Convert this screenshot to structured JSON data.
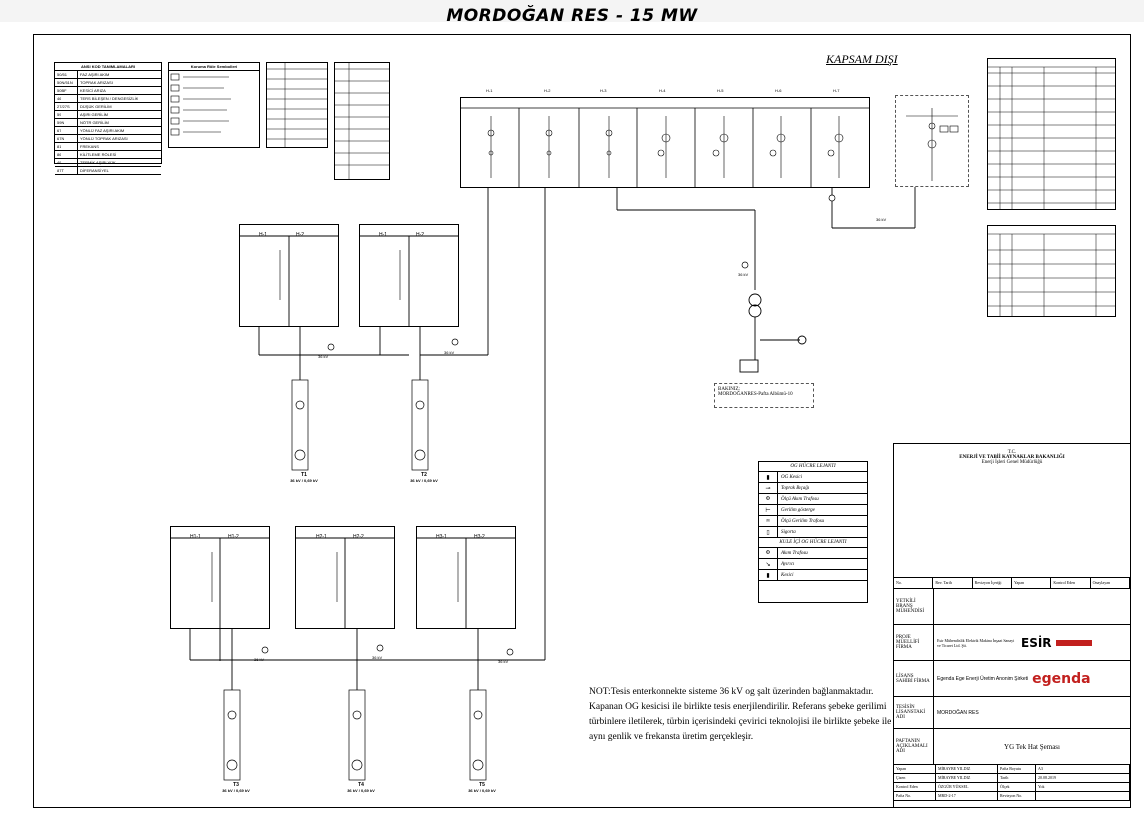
{
  "title": "MORDOĞAN RES - 15 MW",
  "kapsam_disi": "KAPSAM DIŞI",
  "cable_label": "36 kV",
  "abbr_table": {
    "title": "ANSI KOD TANIMLAMALARI",
    "rows": [
      [
        "50/51",
        "FAZ AŞIRI AKIM"
      ],
      [
        "50N/51N",
        "TOPRAK ARIZASI"
      ],
      [
        "50BF",
        "KESİCİ ARIZA"
      ],
      [
        "46",
        "TERS BİLEŞEN / DENGESİZLİK"
      ],
      [
        "27/27S",
        "DÜŞÜK GERİLİM"
      ],
      [
        "59",
        "AŞIRI GERİLİM"
      ],
      [
        "59N",
        "NÖTR GERİLİM"
      ],
      [
        "67",
        "YÖNLÜ FAZ AŞIRI AKIM"
      ],
      [
        "67N",
        "YÖNLÜ TOPRAK ARIZASI"
      ],
      [
        "81",
        "FREKANS"
      ],
      [
        "86",
        "KİLİTLEME RÖLESİ"
      ],
      [
        "49",
        "TERMİK AŞIRI YÜK"
      ],
      [
        "87T",
        "DİFERANSİYEL"
      ]
    ]
  },
  "sym_table": {
    "title": "Koruma Röle Sembolleri"
  },
  "panels": {
    "h_labels": [
      "H-1",
      "H-2",
      "H-3",
      "H-4",
      "H-5",
      "H-6",
      "H-7"
    ],
    "ht_labels": [
      "H-1",
      "H-2",
      "H-1",
      "H-2",
      "H1-1",
      "H1-2",
      "H2-1",
      "H2-2",
      "H3-1",
      "H3-2"
    ]
  },
  "transformers": [
    "T1",
    "T2",
    "T3",
    "T4",
    "T5"
  ],
  "transformer_rating": "36 kV / 0,69 kV",
  "legend": {
    "og_title": "OG HÜCRE LEJANTI",
    "og_items": [
      "OG Kesici",
      "Toprak Bıçağı",
      "Ölçü Akım Trafosu",
      "Gerilim gösterge",
      "Ölçü Gerilim Trafosu",
      "Sigorta"
    ],
    "kule_title": "KULE İÇİ OG HÜCRE LEJANTI",
    "kule_items": [
      "Akım Trafosu",
      "Ayırıcı",
      "Kesici"
    ]
  },
  "reference": {
    "label": "BAKINIZ:",
    "value": "MORDOĞANRES-Pafta Albümü-10"
  },
  "note": "NOT:Tesis enterkonnekte sisteme 36 kV og şalt üzerinden bağlanmaktadır. Kapanan OG kesicisi ile birlikte tesis enerjilendirilir. Referans şebeke gerilimi türbinlere iletilerek, türbin içerisindeki çevirici teknolojisi ile birlikte şebeke ile aynı genlik ve frekansta üretim gerçekleşir.",
  "title_block": {
    "country": "T.C.",
    "ministry": "ENERJİ VE TABİİ KAYNAKLAR BAKANLIĞI",
    "department": "Enerji İşleri Genel Müdürlüğü",
    "rev_headers": [
      "No.",
      "Rev. Tarih",
      "Revizyon İçeriği",
      "Yapan",
      "Kontrol Eden",
      "Onaylayan"
    ],
    "yetkili_label": "YETKİLİ BRANŞ MÜHENDİSİ",
    "proje_label": "PROJE MÜELLİFİ FİRMA",
    "esir_company": "Esir Mühendislik Elektrik Makina İnşaat Sanayi ve Ticaret Ltd. Şti.",
    "esir_logo": "ESİR",
    "lisans_label": "LİSANS SAHİBİ FİRMA",
    "lisans_value": "Egenda Ege Enerji Üretim Anonim Şirketi",
    "egenda_logo": "egenda",
    "tesis_label": "TESİSİN LİSANSTAKİ ADI",
    "tesis_value": "MORDOĞAN RES",
    "pafta_label": "PAFTANIN AÇIKLAMALI ADI",
    "pafta_value": "YG Tek Hat Şeması",
    "bottom": [
      [
        "Yapan",
        "MİRAYBE YILDIZ",
        "Pafta Boyutu",
        "A3"
      ],
      [
        "Çizen",
        "MİRAYBE YILDIZ",
        "Tarih",
        "20.08.2019"
      ],
      [
        "Kontrol Eden",
        "ÖZGÜR YÜKSEL",
        "Ölçek",
        "Yok"
      ],
      [
        "Pafta No.",
        "MRD-2-17",
        "Revizyon No.",
        ""
      ]
    ]
  },
  "colors": {
    "line": "#000000",
    "dashed": "#555555",
    "esir_red": "#c2201e"
  }
}
